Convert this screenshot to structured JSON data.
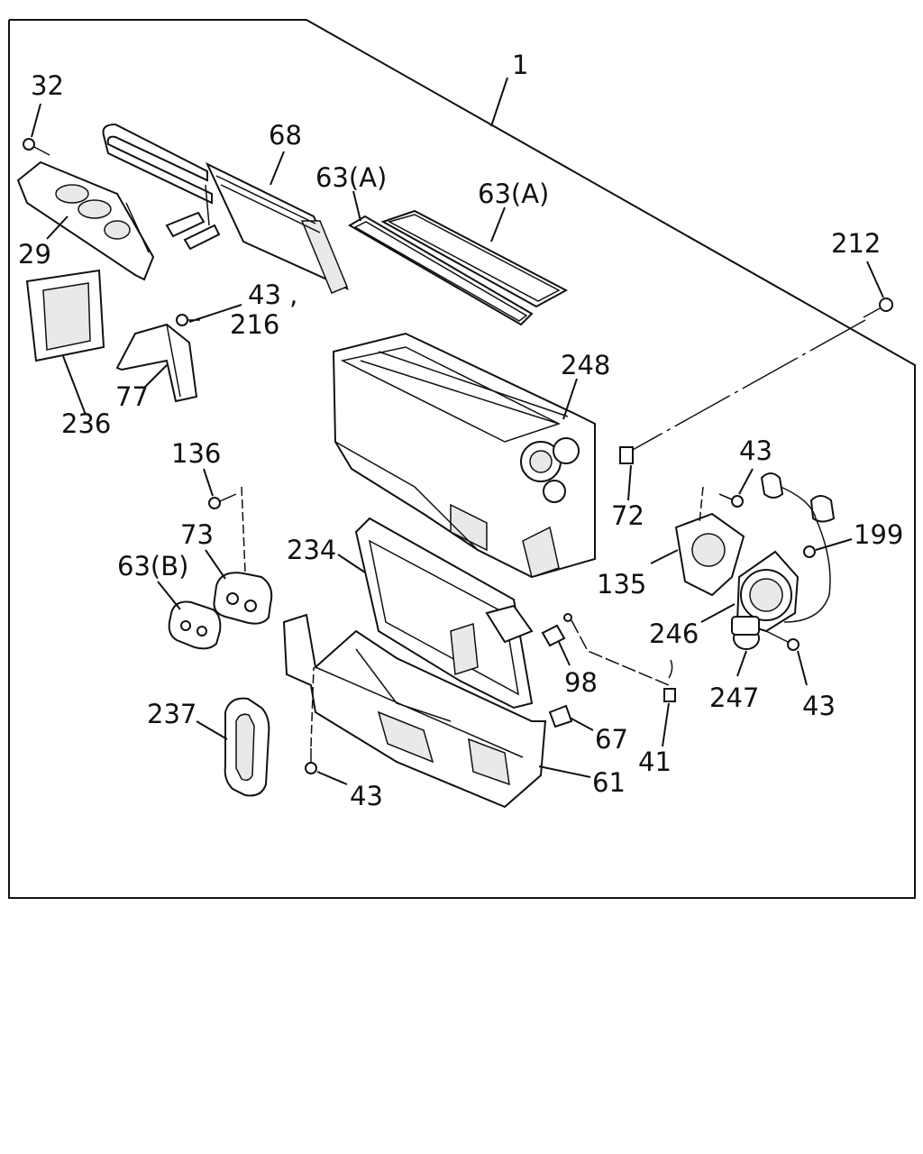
{
  "diagram": {
    "labels": {
      "assembly": "1",
      "l32": "32",
      "l68": "68",
      "l63a_1": "63(A)",
      "l63a_2": "63(A)",
      "l29": "29",
      "l212": "212",
      "l43_216_a": "43 ,",
      "l216": "216",
      "l248": "248",
      "l77": "77",
      "l236": "236",
      "l136": "136",
      "l43_tr": "43",
      "l72": "72",
      "l199": "199",
      "l73": "73",
      "l234": "234",
      "l63b": "63(B)",
      "l135": "135",
      "l246": "246",
      "l98": "98",
      "l247": "247",
      "l43_r": "43",
      "l237": "237",
      "l67": "67",
      "l41": "41",
      "l61": "61",
      "l43_b": "43"
    }
  }
}
